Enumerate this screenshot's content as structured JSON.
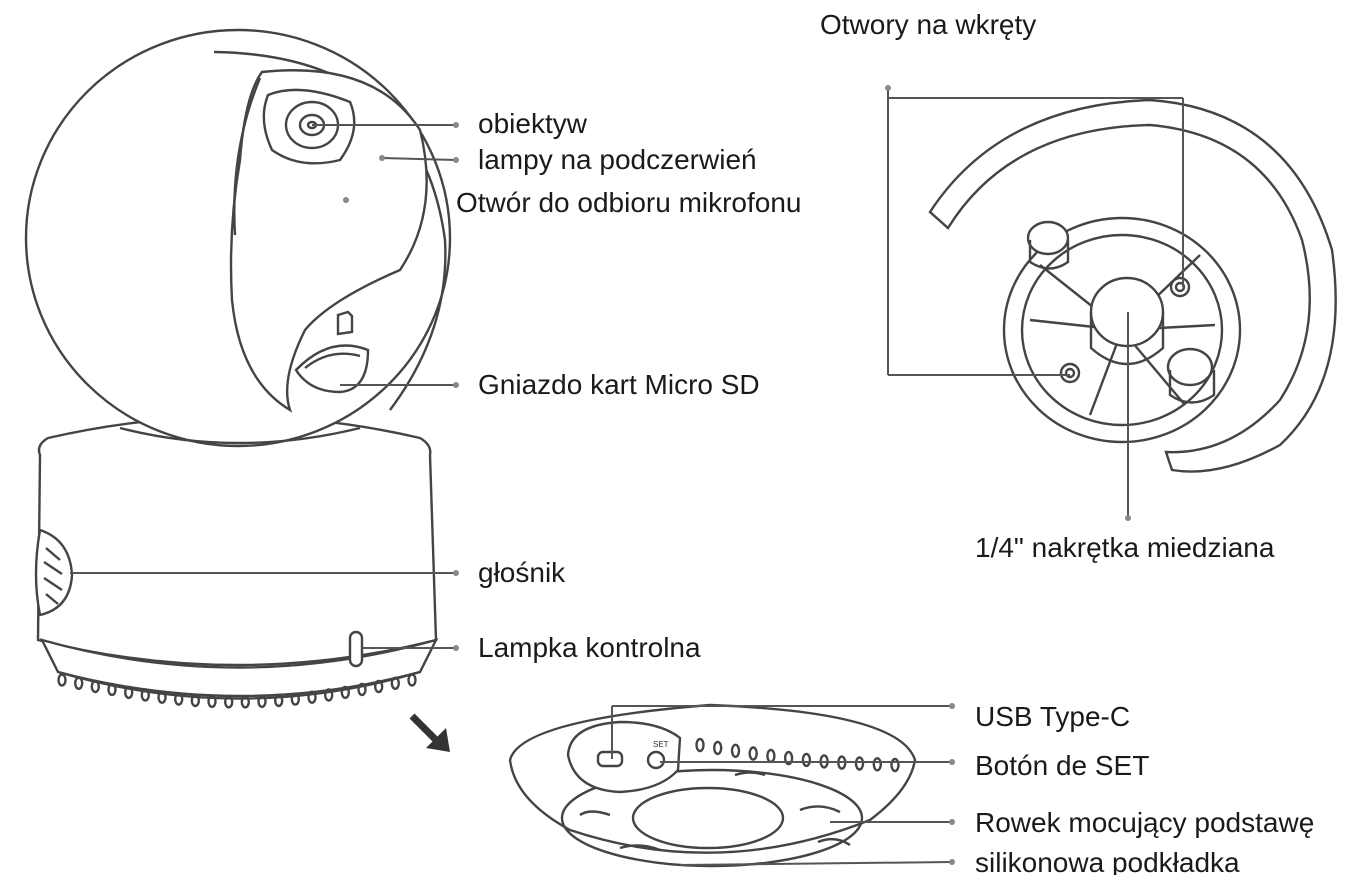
{
  "camera": {
    "lens": "obiektyw",
    "ir_lamps": "lampy na podczerwień",
    "mic": "Otwór do odbioru mikrofonu",
    "sd_slot": "Gniazdo kart Micro SD",
    "speaker": "głośnik",
    "indicator": "Lampka kontrolna"
  },
  "mount": {
    "screw_holes": "Otwory na wkręty",
    "nut": "1/4\" nakrętka miedziana"
  },
  "base": {
    "usb": "USB Type-C",
    "set_button": "Botón de SET",
    "set_marking": "SET",
    "groove": "Rowek mocujący podstawę",
    "pad": "silikonowa podkładka"
  },
  "colors": {
    "line": "#555555",
    "drawing": "#444444",
    "text": "#1a1a1a"
  }
}
